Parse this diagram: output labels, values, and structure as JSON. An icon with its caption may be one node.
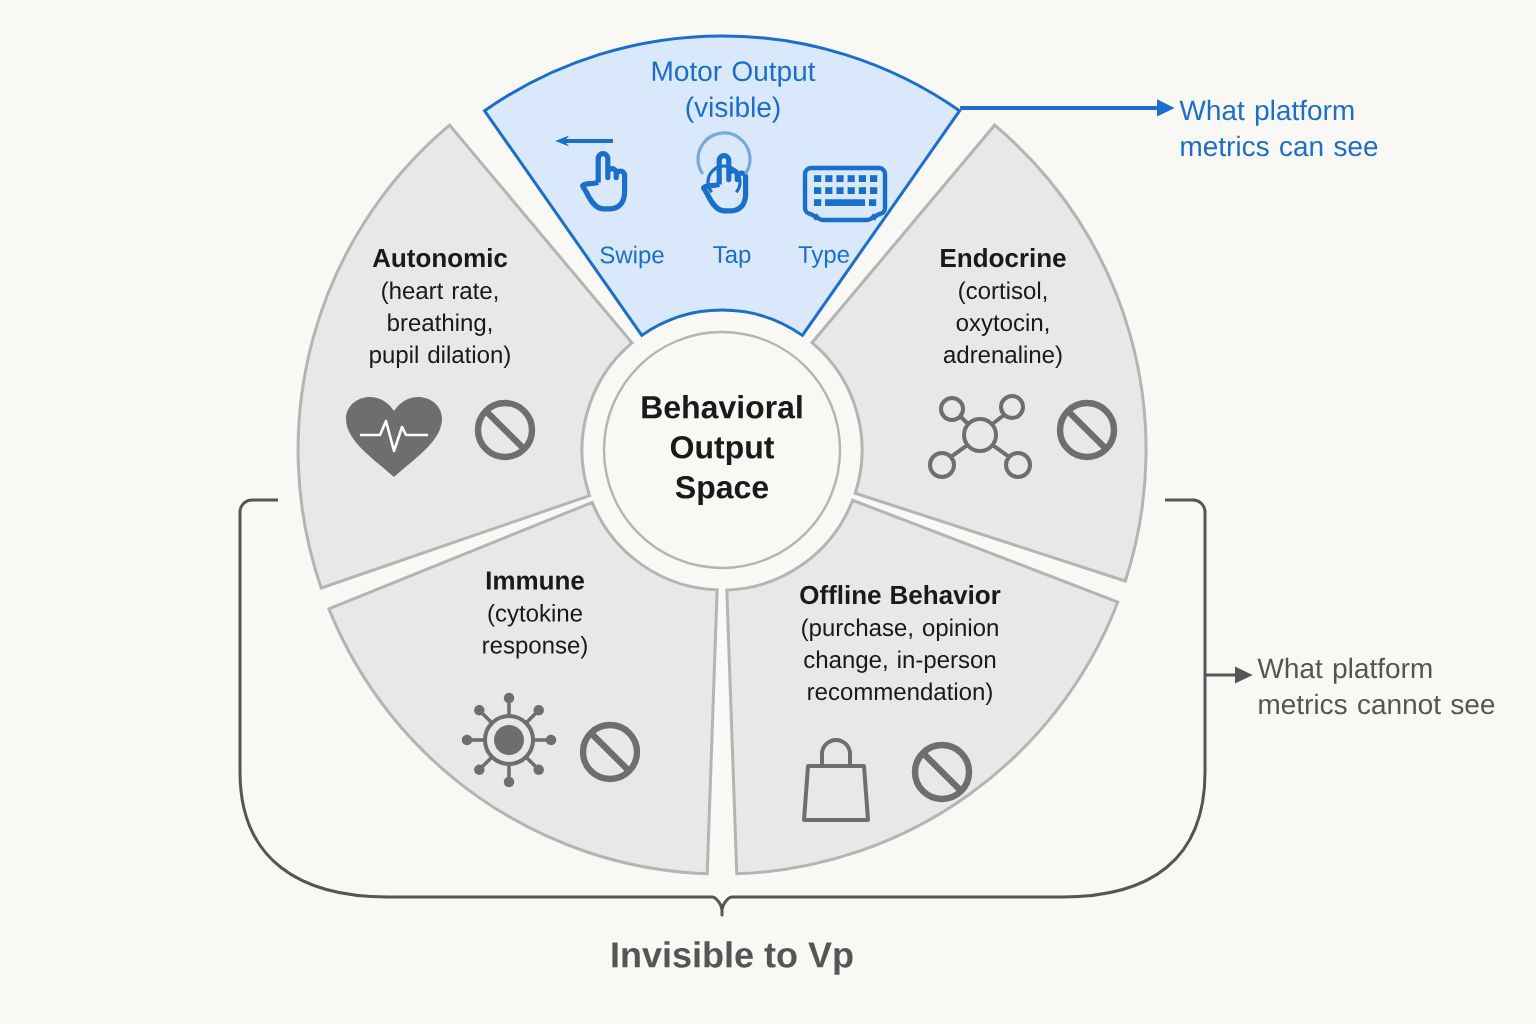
{
  "diagram": {
    "nodes": [
      {
        "text": [
          "Behavioral Output Space"
        ]
      },
      {
        "text": [
          "Motor Output (visible)",
          "Swipe",
          "Tap",
          "Type"
        ]
      },
      {
        "text": [
          "Autonomic",
          "(heart rate, breathing, pupil dilation)"
        ]
      },
      {
        "text": [
          "Endocrine",
          "(cortisol, oxytocin, adrenaline)"
        ]
      },
      {
        "text": [
          "Immune",
          "(cytokine response)"
        ]
      },
      {
        "text": [
          "Offline Behavior",
          "(purchase, opinion change, in-person recommendation)"
        ]
      },
      {
        "text": [
          "What platform metrics can see"
        ]
      },
      {
        "text": [
          "What platform metrics cannot see"
        ]
      }
    ],
    "edges": [
      {
        "from": 1,
        "to": 6,
        "arrow": "to",
        "color": "#1a6fcc"
      },
      {
        "from": null,
        "to": 7,
        "arrow": "to",
        "color": "#555555"
      }
    ],
    "labels": [
      "Invisible to Vp"
    ]
  }
}
